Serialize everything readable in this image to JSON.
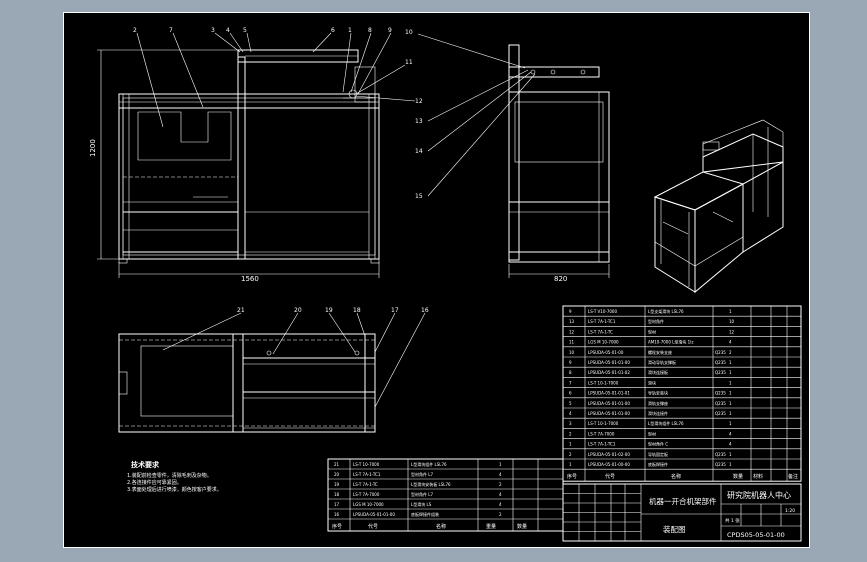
{
  "drawing": {
    "dimensions": {
      "height": "1200",
      "width_front": "1560",
      "width_side": "820"
    },
    "balloons_upper": [
      "2",
      "7",
      "3",
      "4",
      "5",
      "6",
      "1",
      "8",
      "9",
      "10",
      "11",
      "12",
      "13",
      "14",
      "15"
    ],
    "balloons_lower": [
      "21",
      "20",
      "19",
      "18",
      "17",
      "16"
    ]
  },
  "notes": {
    "title": "技术要求",
    "lines": [
      "1.装配前检查零件，清除毛刺及杂物。",
      "2.各连接件应可靠紧固。",
      "3.表面处理后进行喷漆，颜色按客户要求。"
    ]
  },
  "bom_right": [
    {
      "no": "9",
      "code": "LS-T V10-7000",
      "name": "L型支架滑块 LSL76",
      "qty": "1",
      "mat": "",
      "wt": "",
      "note": ""
    },
    {
      "no": "13",
      "code": "LS-T 7A-1-TC1",
      "name": "型材角件",
      "qty": "10",
      "mat": "",
      "wt": "",
      "note": ""
    },
    {
      "no": "12",
      "code": "LS-T 7A-1-TC",
      "name": "型材",
      "qty": "12",
      "mat": "",
      "wt": "",
      "note": ""
    },
    {
      "no": "11",
      "code": "LGS M 10-7000",
      "name": "AM10-7000 L型滑块 1lz",
      "qty": "4",
      "mat": "",
      "wt": "",
      "note": ""
    },
    {
      "no": "10",
      "code": "LPSUDA-05-01-00",
      "name": "螺栓安装支座",
      "qty": "2",
      "mat": "Q235",
      "wt": "",
      "note": ""
    },
    {
      "no": "9",
      "code": "LPSUDA-05-01-01-00",
      "name": "滑动导轨支撑板",
      "qty": "1",
      "mat": "Q235",
      "wt": "",
      "note": ""
    },
    {
      "no": "8",
      "code": "LPSUDA-05-01-01-02",
      "name": "滑块连接板",
      "qty": "1",
      "mat": "Q235",
      "wt": "",
      "note": ""
    },
    {
      "no": "7",
      "code": "LS-T 10-1-7000",
      "name": "滑块",
      "qty": "1",
      "mat": "",
      "wt": "",
      "note": ""
    },
    {
      "no": "6",
      "code": "LPSUDA-05-01-01-01",
      "name": "导轨安装块",
      "qty": "1",
      "mat": "Q235",
      "wt": "",
      "note": ""
    },
    {
      "no": "5",
      "code": "LPSUDA-05-01-01-00",
      "name": "滑轨支撑座",
      "qty": "1",
      "mat": "Q235",
      "wt": "",
      "note": ""
    },
    {
      "no": "4",
      "code": "LPSUDA-05-01-01-00",
      "name": "滑块连接件",
      "qty": "1",
      "mat": "Q235",
      "wt": "",
      "note": ""
    },
    {
      "no": "3",
      "code": "LS-T 10-1-7000",
      "name": "L型滑块组件 LSL76",
      "qty": "1",
      "mat": "",
      "wt": "",
      "note": ""
    },
    {
      "no": "2",
      "code": "LS-T 7A-7000",
      "name": "型材",
      "qty": "4",
      "mat": "",
      "wt": "",
      "note": ""
    },
    {
      "no": "1",
      "code": "LS-T 7A-1-TC1",
      "name": "型材角件 C",
      "qty": "4",
      "mat": "",
      "wt": "",
      "note": ""
    },
    {
      "no": "2",
      "code": "LPSUDA-05-01-02-00",
      "name": "导轨固定板",
      "qty": "1",
      "mat": "Q235",
      "wt": "",
      "note": ""
    },
    {
      "no": "1",
      "code": "LPSUDA-05-01-00-00",
      "name": "底板焊接件",
      "qty": "1",
      "mat": "Q235",
      "wt": "",
      "note": ""
    }
  ],
  "bom_left": [
    {
      "no": "21",
      "code": "LS-T 10-7000",
      "name": "L型滑块组件 LSL76",
      "qty": "1"
    },
    {
      "no": "20",
      "code": "LS-T 7A-1-TC1",
      "name": "型材角件 L7",
      "qty": "4"
    },
    {
      "no": "19",
      "code": "LS-T 7A-1-TC",
      "name": "L型滑块安装板 LSL76",
      "qty": "2"
    },
    {
      "no": "18",
      "code": "LS-T 7A-7000",
      "name": "型材角件 L7",
      "qty": "4"
    },
    {
      "no": "17",
      "code": "LGS M 10-7000",
      "name": "L型滑块 LS",
      "qty": "4"
    },
    {
      "no": "16",
      "code": "LPSUDA-05-01-01-00",
      "name": "底板焊接件组装",
      "qty": "2"
    }
  ],
  "bom_headers": {
    "no": "序号",
    "code": "代号",
    "name": "名称",
    "qty": "数量",
    "mat": "材料",
    "wt": "重量",
    "note": "备注"
  },
  "title_block": {
    "assembly_name": "机器一开合机架部件",
    "drawing_type": "装配图",
    "organization": "研究院机器人中心",
    "scale": "1:20",
    "sheet": "共 1 张",
    "drawing_no": "CPDS05-05-01-00"
  }
}
